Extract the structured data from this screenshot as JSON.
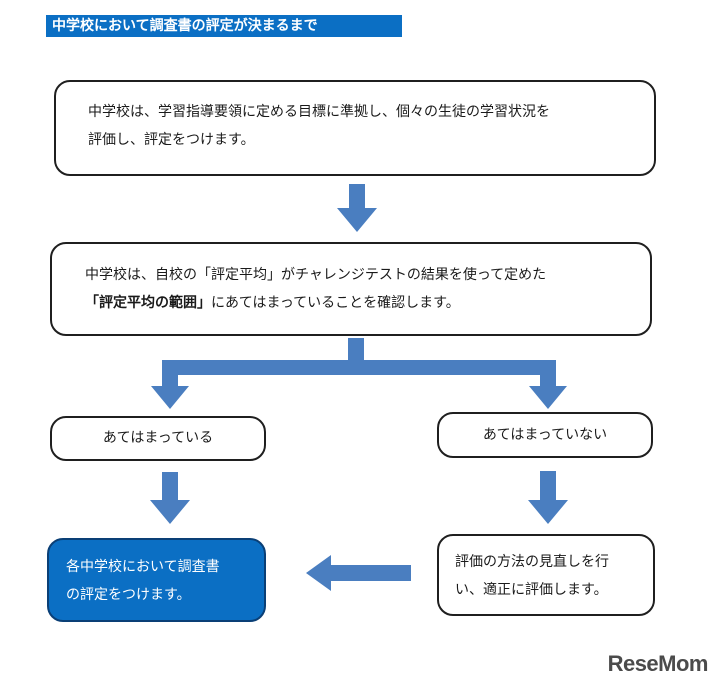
{
  "header": {
    "title": "中学校において調査書の評定が決まるまで"
  },
  "boxes": {
    "step1": {
      "line1": "中学校は、学習指導要領に定める目標に準拠し、個々の生徒の学習状況を",
      "line2": "評価し、評定をつけます。"
    },
    "step2": {
      "line1": "中学校は、自校の「評定平均」がチャレンジテストの結果を使って定めた",
      "line2_bold": "「評定平均の範囲」",
      "line2_rest": "にあてはまっていることを確認します。"
    },
    "fits": {
      "label": "あてはまっている"
    },
    "not_fits": {
      "label": "あてはまっていない"
    },
    "review": {
      "line1": "評価の方法の見直しを行",
      "line2": "い、適正に評価します。"
    },
    "result": {
      "line1": "各中学校において調査書",
      "line2": "の評定をつけます。"
    }
  },
  "colors": {
    "header_bg": "#0b6fc4",
    "arrow": "#4a7ec0",
    "result_bg": "#0b6fc4"
  },
  "logo": {
    "text": "ReseMom"
  }
}
